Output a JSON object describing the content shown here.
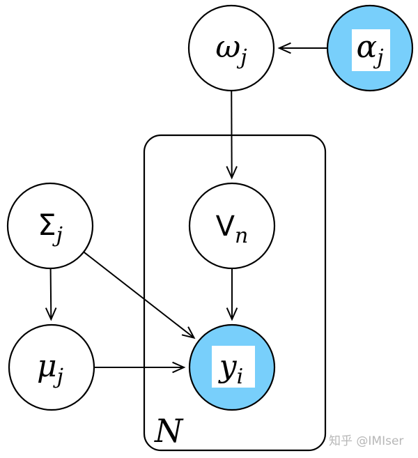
{
  "diagram": {
    "plate_label": "N",
    "watermark": "知乎 @IMIser",
    "colors": {
      "observed_fill": "#78CFFB",
      "latent_fill": "#ffffff",
      "stroke": "#000000"
    },
    "nodes": [
      {
        "id": "omega",
        "symbol": "ω",
        "subscript": "j",
        "observed": false,
        "style": "italic"
      },
      {
        "id": "alpha",
        "symbol": "α",
        "subscript": "j",
        "observed": true,
        "style": "italic"
      },
      {
        "id": "V",
        "symbol": "V",
        "subscript": "n",
        "observed": false,
        "style": "upright"
      },
      {
        "id": "Sigma",
        "symbol": "Σ",
        "subscript": "j",
        "observed": false,
        "style": "upright"
      },
      {
        "id": "mu",
        "symbol": "μ",
        "subscript": "j",
        "observed": false,
        "style": "italic"
      },
      {
        "id": "y",
        "symbol": "y",
        "subscript": "i",
        "observed": true,
        "style": "italic"
      }
    ],
    "edges": [
      {
        "from": "alpha",
        "to": "omega"
      },
      {
        "from": "omega",
        "to": "V"
      },
      {
        "from": "V",
        "to": "y"
      },
      {
        "from": "Sigma",
        "to": "mu"
      },
      {
        "from": "Sigma",
        "to": "y"
      },
      {
        "from": "mu",
        "to": "y"
      }
    ]
  }
}
